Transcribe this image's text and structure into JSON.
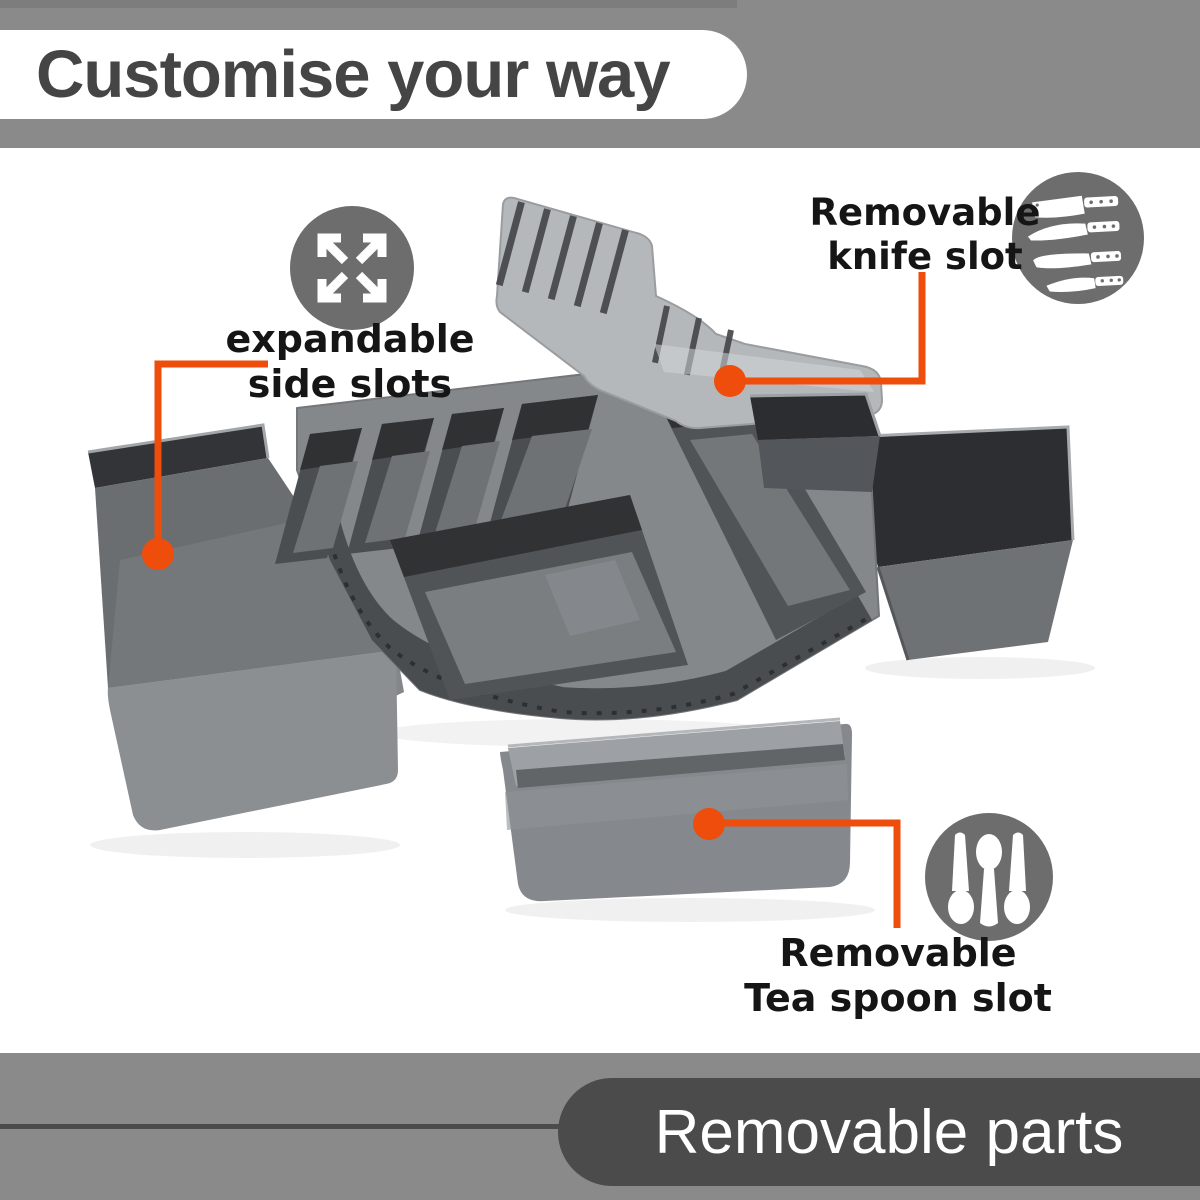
{
  "header": {
    "title": "Customise your way"
  },
  "footer": {
    "label": "Removable parts"
  },
  "callouts": {
    "expandable": {
      "line1": "expandable",
      "line2": "side slots"
    },
    "knife": {
      "line1": "Removable",
      "line2": "knife slot"
    },
    "teaspoon": {
      "line1": "Removable",
      "line2": "Tea spoon slot"
    }
  },
  "icons": {
    "expand": "expand-arrows-icon",
    "knife": "knife-set-icon",
    "teaspoon": "teaspoons-icon"
  },
  "colors": {
    "accent_orange": "#EE4D0B",
    "banner_gray": "#8A8A8A",
    "banner_text_dark": "#454545",
    "footer_pill_dark": "#4B4B4B",
    "footer_text": "#FFFFFF",
    "icon_circle_gray": "#6D6D6D",
    "product_gray": "#85888B"
  },
  "product": {
    "description": "grey cutlery drawer organiser shown exploded into its removable parts",
    "parts": [
      "main cutlery tray",
      "knife block insert",
      "left expandable side tray",
      "right expandable side tray",
      "tea spoon tray"
    ]
  }
}
